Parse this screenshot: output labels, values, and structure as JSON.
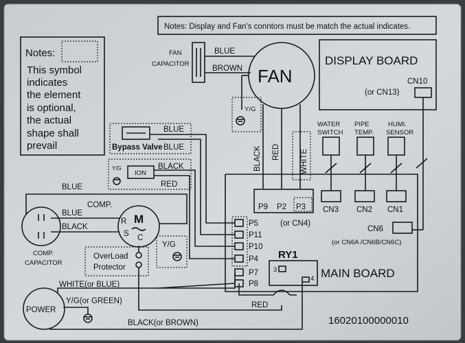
{
  "notes_banner": "Notes: Display and Fan's conntors must be match the actual indicates.",
  "notes_box": {
    "title": "Notes:",
    "lines": [
      "This symbol",
      "indicates",
      "the element",
      "is optional,",
      "the actual",
      "shape shall",
      "prevail"
    ]
  },
  "fan": {
    "label": "FAN",
    "capacitor_label": [
      "FAN",
      "CAPACITOR"
    ],
    "wire_blue": "BLUE",
    "wire_brown": "BROWN",
    "ground": "Y/G"
  },
  "display_board": {
    "label": "DISPLAY BOARD",
    "connector": "CN10",
    "alt": "(or CN13)"
  },
  "sensors": [
    {
      "label": [
        "WATER",
        "SWITCH"
      ],
      "connector": "CN3"
    },
    {
      "label": [
        "PIPE",
        "TEMP."
      ],
      "connector": "CN2"
    },
    {
      "label": [
        "HUMI.",
        "SENSOR"
      ],
      "connector": "CN1"
    }
  ],
  "fan_wires": {
    "black": "BLACK",
    "red": "RED",
    "white": "WHITE"
  },
  "fan_pins": [
    "P9",
    "P2",
    "P3"
  ],
  "fan_pins_alt": "(or CN4)",
  "bypass": {
    "label": "Bypass Valve",
    "wire_top": "BLUE",
    "wire_bottom": "BLUE"
  },
  "ion": {
    "label": "ION",
    "ground": "Y/G",
    "wire_top": "BLACK",
    "wire_bottom": "RED"
  },
  "compressor": {
    "label": "COMP.",
    "symbol": "M",
    "terminals": [
      "R",
      "S",
      "C"
    ],
    "ground": "Y/G"
  },
  "comp_capacitor": {
    "label": [
      "COMP.",
      "CAPACITOR"
    ],
    "wire_outer": "BLUE",
    "wire_blue": "BLUE",
    "wire_black": "BLACK"
  },
  "overload": {
    "label": [
      "OverLoad",
      "Protector"
    ]
  },
  "main_pins": [
    "P5",
    "P11",
    "P10",
    "P4",
    "P7",
    "P8"
  ],
  "cn6": {
    "label": "CN6",
    "alt": "(or CN6A /CN6B/CN6C)"
  },
  "relay": {
    "label": "RY1",
    "pin_a": "3",
    "pin_b": "4"
  },
  "main_board": {
    "label": "MAIN BOARD"
  },
  "power": {
    "label": "POWER",
    "wire_white": "WHITE(or BLUE)",
    "wire_yg": "Y/G(or GREEN)",
    "wire_black": "BLACK(or BROWN)",
    "wire_red": "RED"
  },
  "part_number": "16020100000010"
}
